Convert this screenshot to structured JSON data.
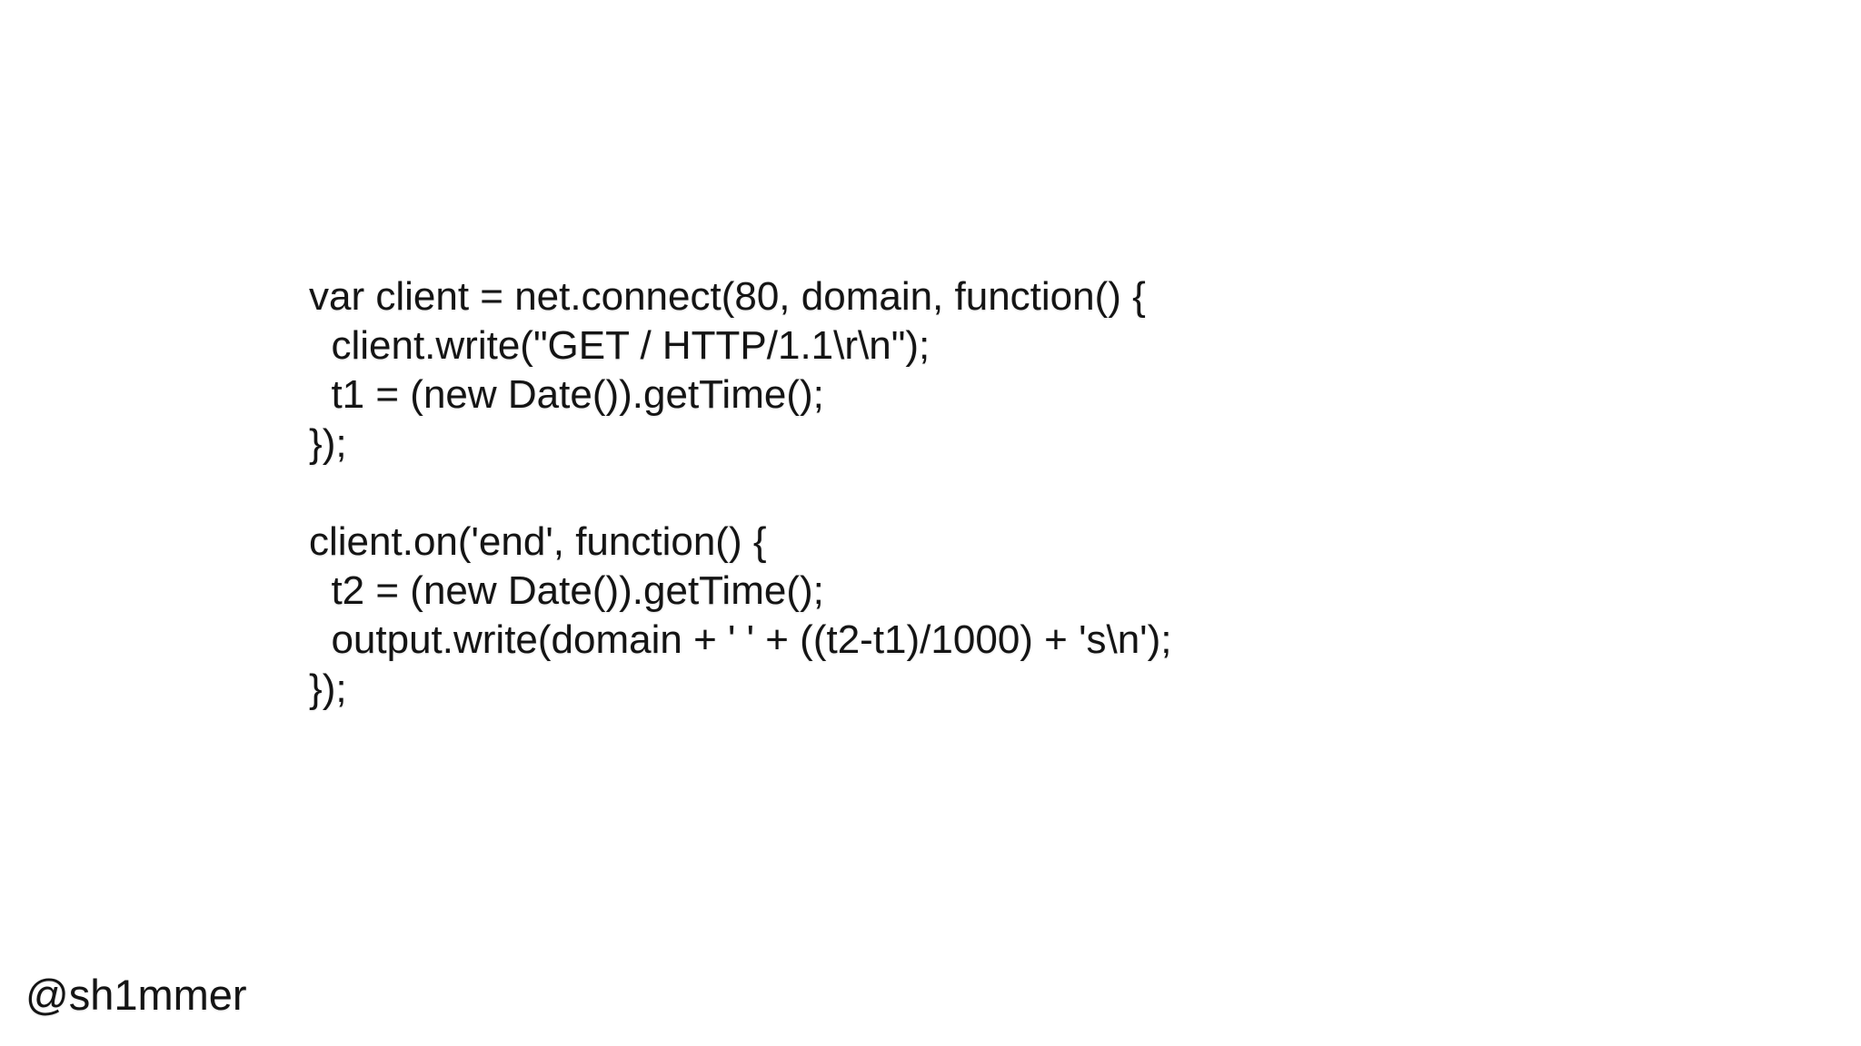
{
  "slide": {
    "background_color": "#ffffff",
    "text_color": "#141414"
  },
  "code": {
    "language": "javascript",
    "lines": [
      "var client = net.connect(80, domain, function() {",
      "  client.write(\"GET / HTTP/1.1\\r\\n\");",
      "  t1 = (new Date()).getTime();",
      "});",
      "",
      "client.on('end', function() {",
      "  t2 = (new Date()).getTime();",
      "  output.write(domain + ' ' + ((t2-t1)/1000) + 's\\n');",
      "});"
    ]
  },
  "footer": {
    "handle": "@sh1mmer"
  }
}
